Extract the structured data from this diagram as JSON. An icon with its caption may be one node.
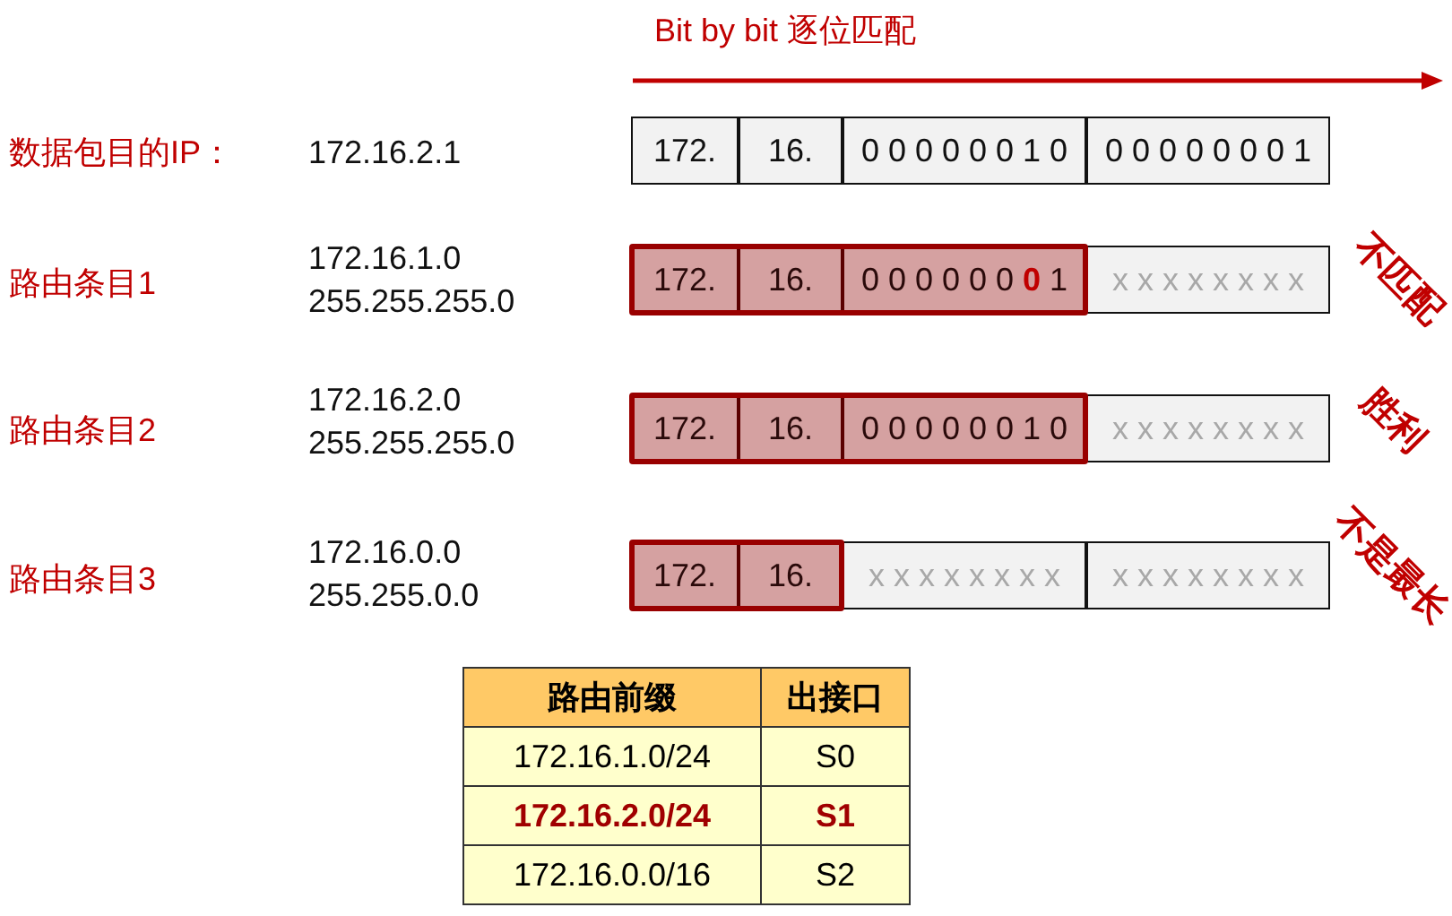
{
  "diagram": {
    "nodes": [
      {
        "text": [
          "172."
        ]
      },
      {
        "text": [
          "16."
        ]
      },
      {
        "text": [
          "0 0 0 0 0 0 1 0"
        ]
      },
      {
        "text": [
          "0 0 0 0 0 0 0 1"
        ]
      },
      {
        "text": [
          "172."
        ]
      },
      {
        "text": [
          "16."
        ]
      },
      {
        "text": [
          "0 0 0 0 0 0 **0** 1"
        ]
      },
      {
        "text": [
          "x x x x x x x x"
        ]
      },
      {
        "text": [
          "172."
        ]
      },
      {
        "text": [
          "16."
        ]
      },
      {
        "text": [
          "0 0 0 0 0 0 1 0"
        ]
      },
      {
        "text": [
          "x x x x x x x x"
        ]
      },
      {
        "text": [
          "172."
        ]
      },
      {
        "text": [
          "16."
        ]
      },
      {
        "text": [
          "x x x x x x x x"
        ]
      },
      {
        "text": [
          "x x x x x x x x"
        ]
      }
    ],
    "labels": [
      "Bit by bit 逐位匹配",
      "数据包目的IP：",
      "172.16.2.1",
      "路由条目1",
      "172.16.1.0",
      "255.255.255.0",
      "不匹配",
      "路由条目2",
      "172.16.2.0",
      "255.255.255.0",
      "胜利",
      "路由条目3",
      "172.16.0.0",
      "255.255.0.0",
      "不是最长",
      "路由前缀",
      "出接口",
      "172.16.1.0/24",
      "S0",
      "172.16.2.0/24",
      "S1",
      "172.16.0.0/16",
      "S2"
    ]
  }
}
